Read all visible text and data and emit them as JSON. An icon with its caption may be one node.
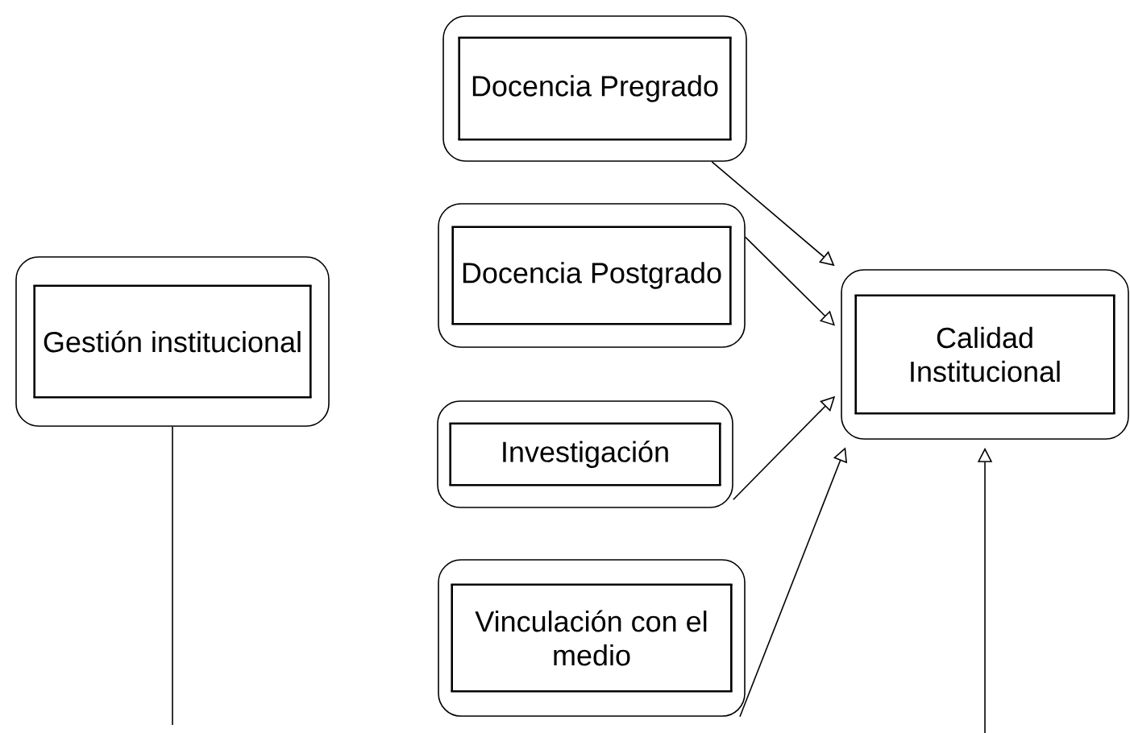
{
  "diagram": {
    "nodes": [
      {
        "text": [
          "Gestión institucional"
        ]
      },
      {
        "text": [
          "Docencia Pregrado"
        ]
      },
      {
        "text": [
          "Docencia Postgrado"
        ]
      },
      {
        "text": [
          "Investigación"
        ]
      },
      {
        "text": [
          "Vinculación con el medio"
        ]
      },
      {
        "text": [
          "Calidad Institucional"
        ]
      }
    ],
    "edges": [
      {
        "from": 1,
        "to": 5,
        "arrow": "to"
      },
      {
        "from": 2,
        "to": 5,
        "arrow": "to"
      },
      {
        "from": 3,
        "to": 5,
        "arrow": "to"
      },
      {
        "from": 4,
        "to": 5,
        "arrow": "to"
      },
      {
        "from": 0,
        "to": null,
        "arrow": "none"
      },
      {
        "from": null,
        "to": 5,
        "arrow": "to"
      }
    ]
  }
}
